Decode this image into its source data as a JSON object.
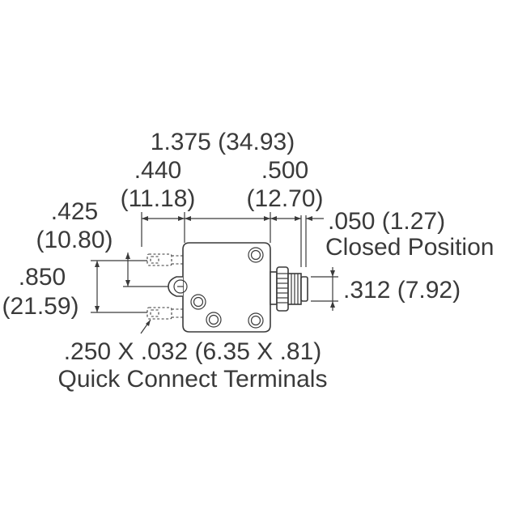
{
  "dimensions": {
    "overall_width": "1.375 (34.93)",
    "terminal_offset_in": ".440",
    "terminal_offset_mm": "(11.18)",
    "body_to_bushing_in": ".500",
    "body_to_bushing_mm": "(12.70)",
    "button_travel": ".050 (1.27)",
    "button_travel_note": "Closed Position",
    "terminal_height_in": ".425",
    "terminal_height_mm": "(10.80)",
    "terminal_spacing_in": ".850",
    "terminal_spacing_mm": "(21.59)",
    "button_diameter": ".312 (7.92)",
    "terminal_size": ".250 X .032 (6.35 X .81)",
    "terminal_type": "Quick Connect Terminals"
  }
}
